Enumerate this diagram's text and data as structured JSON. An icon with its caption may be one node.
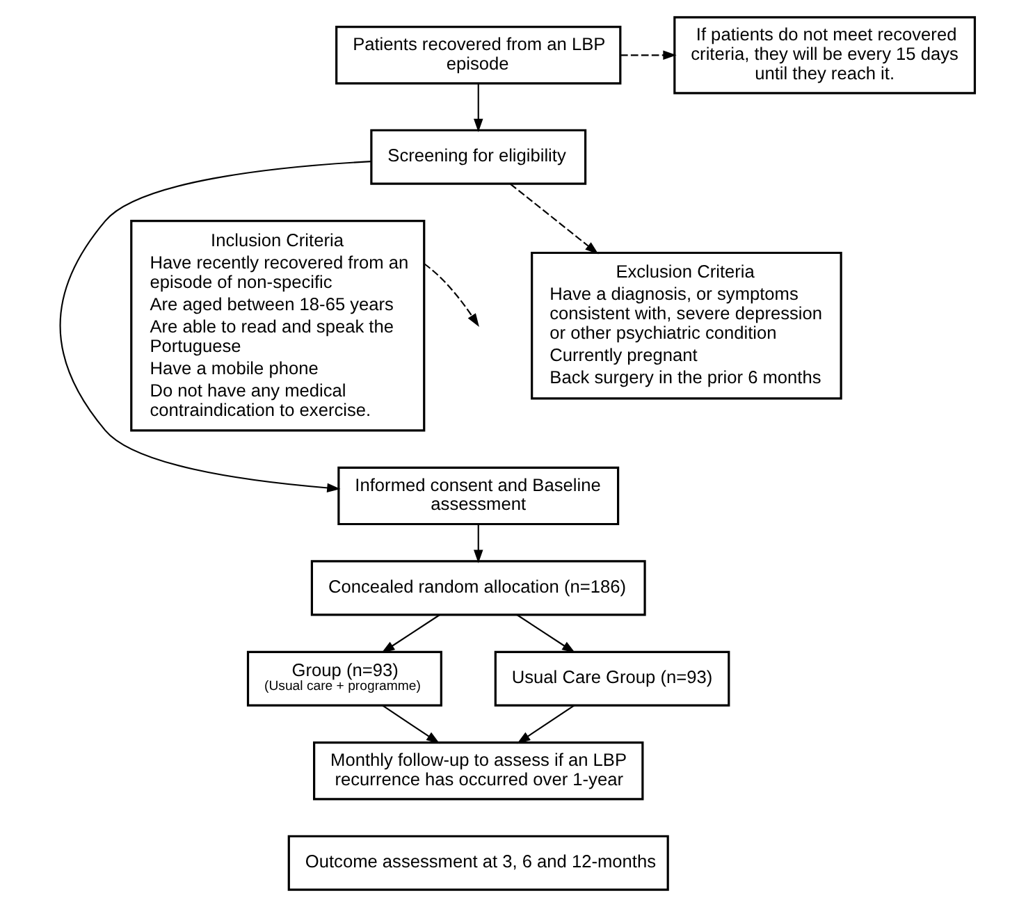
{
  "diagram": {
    "nodes": [
      {
        "text": [
          "Patients recovered from an LBP episode"
        ]
      },
      {
        "text": [
          "If patients do not meet recovered criteria, they will be every 15 days until they reach it."
        ]
      },
      {
        "text": [
          "Screening for eligibility"
        ]
      },
      {
        "text": [
          "Inclusion Criteria",
          "Have recently recovered from an episode of non-specific",
          "Are aged between 18-65 years",
          "Are able to read and speak the Portuguese",
          "Have a mobile phone",
          "Do not have any medical contraindication to exercise."
        ]
      },
      {
        "text": [
          "Exclusion Criteria",
          "Have a diagnosis, or symptoms consistent with, severe depression or other psychiatric condition",
          "Currently pregnant",
          "Back surgery in the prior 6 months"
        ]
      },
      {
        "text": [
          "Informed consent and Baseline assessment"
        ]
      },
      {
        "text": [
          "Concealed random allocation (n=186)"
        ]
      },
      {
        "text": [
          "Group (n=93)",
          "(Usual care + programme)"
        ]
      },
      {
        "text": [
          "Usual Care Group (n=93)"
        ]
      },
      {
        "text": [
          "Monthly follow-up to assess if an LBP recurrence has occurred over 1-year"
        ]
      },
      {
        "text": [
          "Outcome assessment at 3, 6 and 12-months"
        ]
      }
    ],
    "edges": [
      {
        "from": 0,
        "to": 2,
        "arrow": "to"
      },
      {
        "from": 0,
        "to": 1,
        "arrow": "to",
        "style": "dashed"
      },
      {
        "from": 2,
        "to": 5,
        "arrow": "to"
      },
      {
        "from": 3,
        "to": null,
        "arrow": "to",
        "style": "dashed"
      },
      {
        "from": 2,
        "to": 4,
        "arrow": "to",
        "style": "dashed"
      },
      {
        "from": 5,
        "to": 6,
        "arrow": "to"
      },
      {
        "from": 6,
        "to": 7,
        "arrow": "to"
      },
      {
        "from": 6,
        "to": 8,
        "arrow": "to"
      },
      {
        "from": 7,
        "to": 9,
        "arrow": "to"
      },
      {
        "from": 8,
        "to": 9,
        "arrow": "to"
      }
    ]
  }
}
